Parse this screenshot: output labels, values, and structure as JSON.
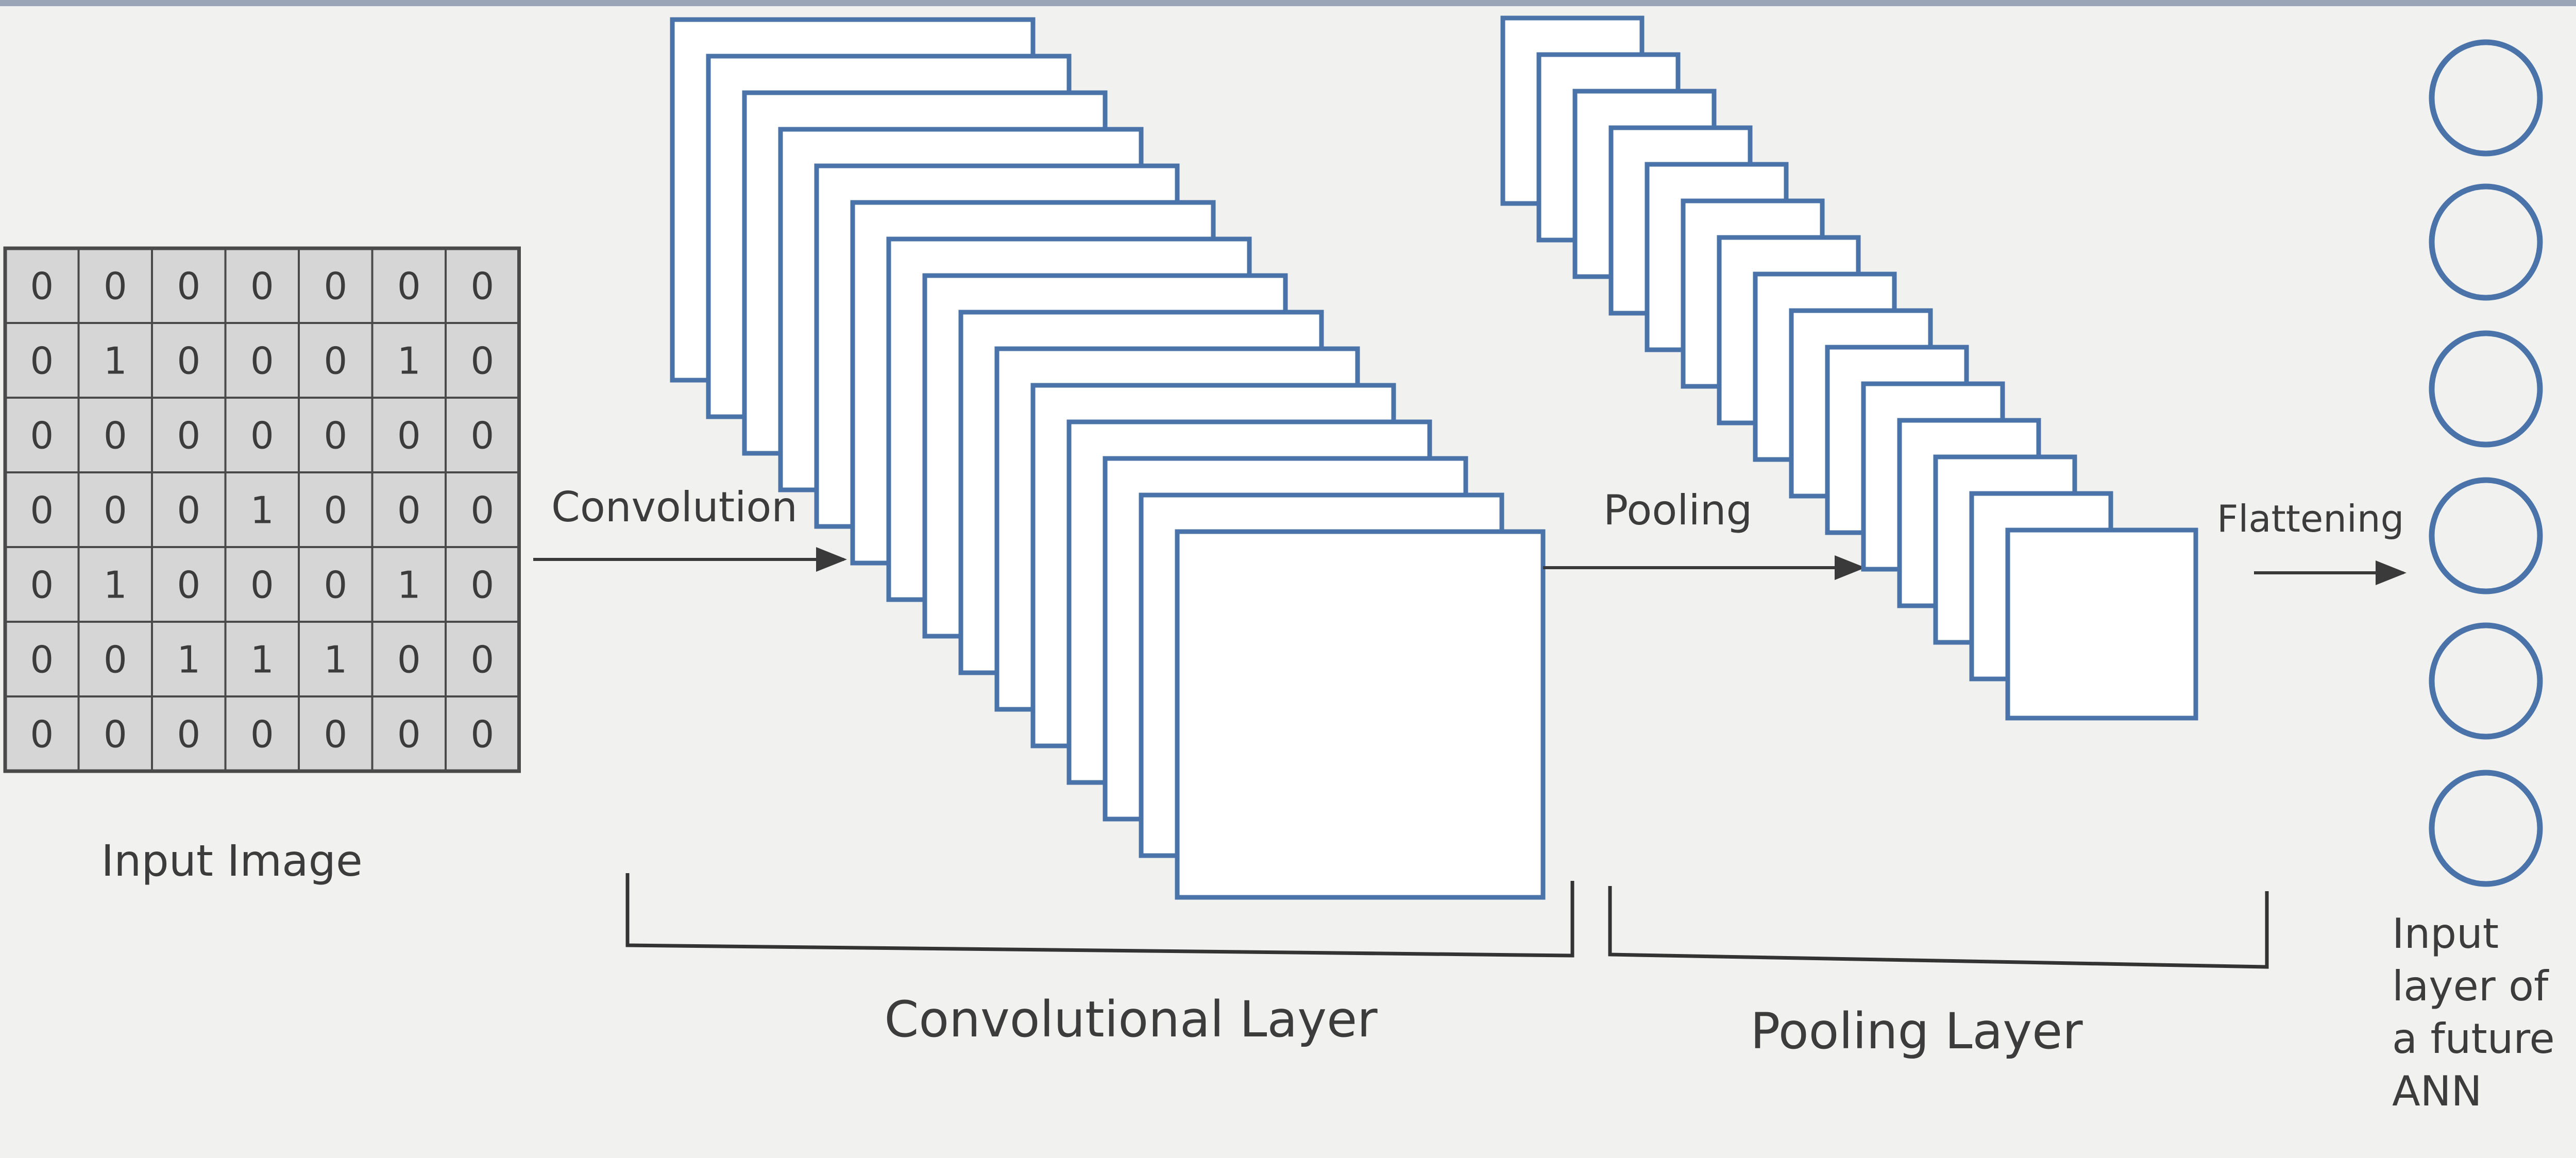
{
  "input_image": {
    "label": "Input Image",
    "grid": [
      [
        "0",
        "0",
        "0",
        "0",
        "0",
        "0",
        "0"
      ],
      [
        "0",
        "1",
        "0",
        "0",
        "0",
        "1",
        "0"
      ],
      [
        "0",
        "0",
        "0",
        "0",
        "0",
        "0",
        "0"
      ],
      [
        "0",
        "0",
        "0",
        "1",
        "0",
        "0",
        "0"
      ],
      [
        "0",
        "1",
        "0",
        "0",
        "0",
        "1",
        "0"
      ],
      [
        "0",
        "0",
        "1",
        "1",
        "1",
        "0",
        "0"
      ],
      [
        "0",
        "0",
        "0",
        "0",
        "0",
        "0",
        "0"
      ]
    ]
  },
  "operations": {
    "convolution": "Convolution",
    "pooling": "Pooling",
    "flattening": "Flattening"
  },
  "layers": {
    "convolutional": "Convolutional Layer",
    "pooling": "Pooling Layer"
  },
  "output": {
    "label_lines": [
      "Input",
      "layer of",
      "a future",
      "ANN"
    ]
  },
  "colors": {
    "frame_border": "#4a73aa",
    "grid_fill": "#d6d6d6",
    "grid_border": "#4a4a4a",
    "text": "#3c3c3c",
    "background": "#f1f2f0"
  }
}
